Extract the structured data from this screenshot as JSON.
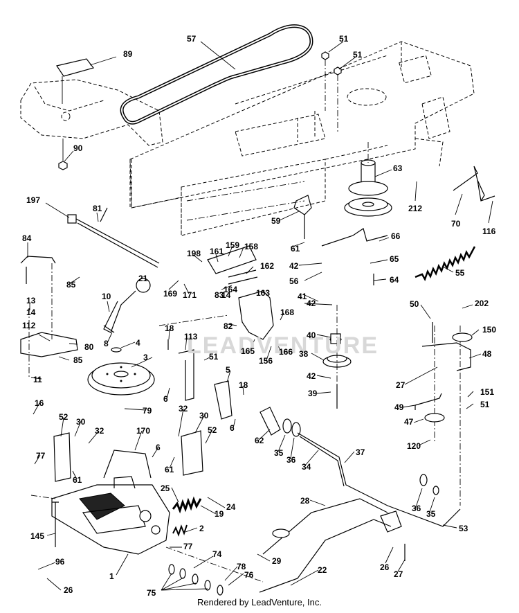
{
  "watermark": "LEADVENTURE",
  "credit": "Rendered by LeadVenture, Inc.",
  "callouts": [
    "57",
    "51",
    "51",
    "89",
    "90",
    "63",
    "212",
    "70",
    "116",
    "197",
    "81",
    "59",
    "61",
    "66",
    "42",
    "65",
    "56",
    "64",
    "55",
    "84",
    "85",
    "198",
    "161",
    "159",
    "158",
    "162",
    "21",
    "169",
    "171",
    "164",
    "14",
    "163",
    "83",
    "10",
    "41",
    "13",
    "14",
    "112",
    "80",
    "85",
    "8",
    "4",
    "82",
    "168",
    "165",
    "166",
    "156",
    "42",
    "40",
    "38",
    "42",
    "39",
    "202",
    "50",
    "150",
    "48",
    "27",
    "151",
    "51",
    "49",
    "47",
    "120",
    "18",
    "113",
    "51",
    "5",
    "3",
    "18",
    "6",
    "6",
    "11",
    "16",
    "52",
    "30",
    "32",
    "77",
    "61",
    "170",
    "6",
    "79",
    "32",
    "30",
    "52",
    "61",
    "62",
    "35",
    "36",
    "34",
    "37",
    "25",
    "24",
    "19",
    "2",
    "28",
    "36",
    "35",
    "53",
    "145",
    "96",
    "26",
    "1",
    "77",
    "74",
    "78",
    "76",
    "75",
    "29",
    "22",
    "26",
    "27"
  ]
}
